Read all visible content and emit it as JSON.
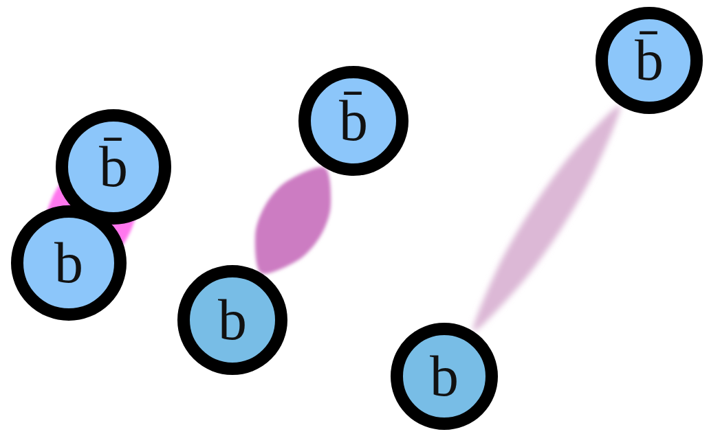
{
  "diagram": {
    "nodes": [
      {
        "text": [
          "b̄"
        ]
      },
      {
        "text": [
          "b"
        ]
      },
      {
        "text": [
          "b̄"
        ]
      },
      {
        "text": [
          "b"
        ]
      },
      {
        "text": [
          "b̄"
        ]
      },
      {
        "text": [
          "b"
        ]
      }
    ],
    "edges": [
      {
        "from": 1,
        "to": 0,
        "arrow": "none"
      },
      {
        "from": 3,
        "to": 2,
        "arrow": "none"
      },
      {
        "from": 5,
        "to": 4,
        "arrow": "none"
      }
    ]
  }
}
